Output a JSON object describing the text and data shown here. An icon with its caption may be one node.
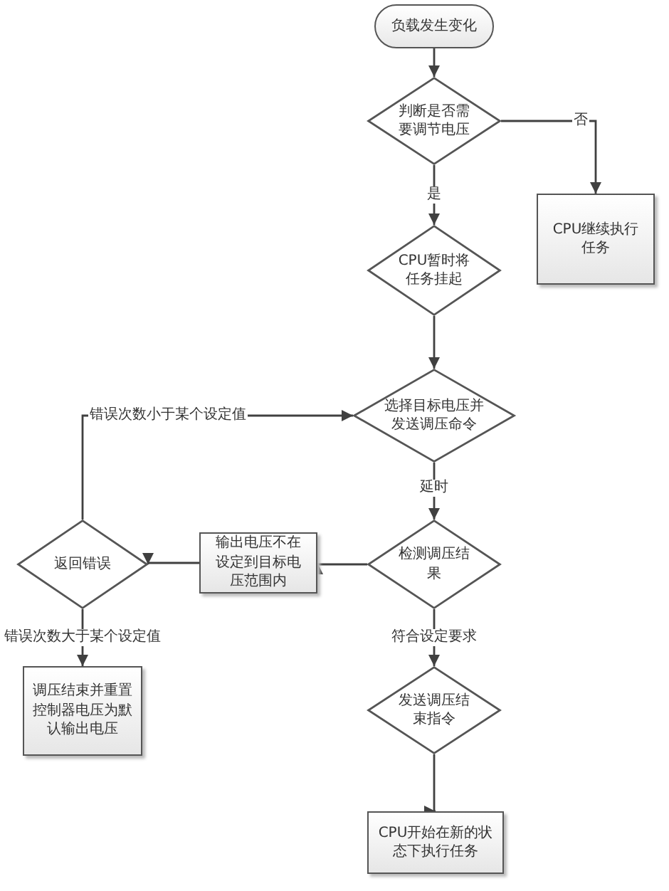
{
  "diagram": {
    "nodes": [
      {
        "text": [
          "负载发生变化"
        ]
      },
      {
        "text": [
          "判断是否需要调节电压"
        ]
      },
      {
        "text": [
          "CPU继续执行任务"
        ]
      },
      {
        "text": [
          "CPU暂时将任务挂起"
        ]
      },
      {
        "text": [
          "选择目标电压并发送调压命令"
        ]
      },
      {
        "text": [
          "检测调压结果"
        ]
      },
      {
        "text": [
          "输出电压不在设定到目标电压范围内"
        ]
      },
      {
        "text": [
          "返回错误"
        ]
      },
      {
        "text": [
          "调压结束并重置控制器电压为默认输出电压"
        ]
      },
      {
        "text": [
          "发送调压结束指令"
        ]
      },
      {
        "text": [
          "CPU开始在新的状态下执行任务"
        ]
      }
    ],
    "edges": [
      {
        "from": 0,
        "to": 1,
        "arrow": "to"
      },
      {
        "from": 1,
        "to": 2,
        "arrow": "to",
        "label": "否"
      },
      {
        "from": 1,
        "to": 3,
        "arrow": "to",
        "label": "是"
      },
      {
        "from": 3,
        "to": 4,
        "arrow": "to"
      },
      {
        "from": 7,
        "to": 4,
        "arrow": "to",
        "label": "错误次数小于某个设定值"
      },
      {
        "from": 4,
        "to": 5,
        "arrow": "to",
        "label": "延时"
      },
      {
        "from": 5,
        "to": 6,
        "arrow": "to"
      },
      {
        "from": 6,
        "to": 7,
        "arrow": "to"
      },
      {
        "from": 7,
        "to": 8,
        "arrow": "to",
        "label": "错误次数大于某个设定值"
      },
      {
        "from": 5,
        "to": 9,
        "arrow": "to",
        "label": "符合设定要求"
      },
      {
        "from": 9,
        "to": 10,
        "arrow": "to"
      }
    ]
  }
}
